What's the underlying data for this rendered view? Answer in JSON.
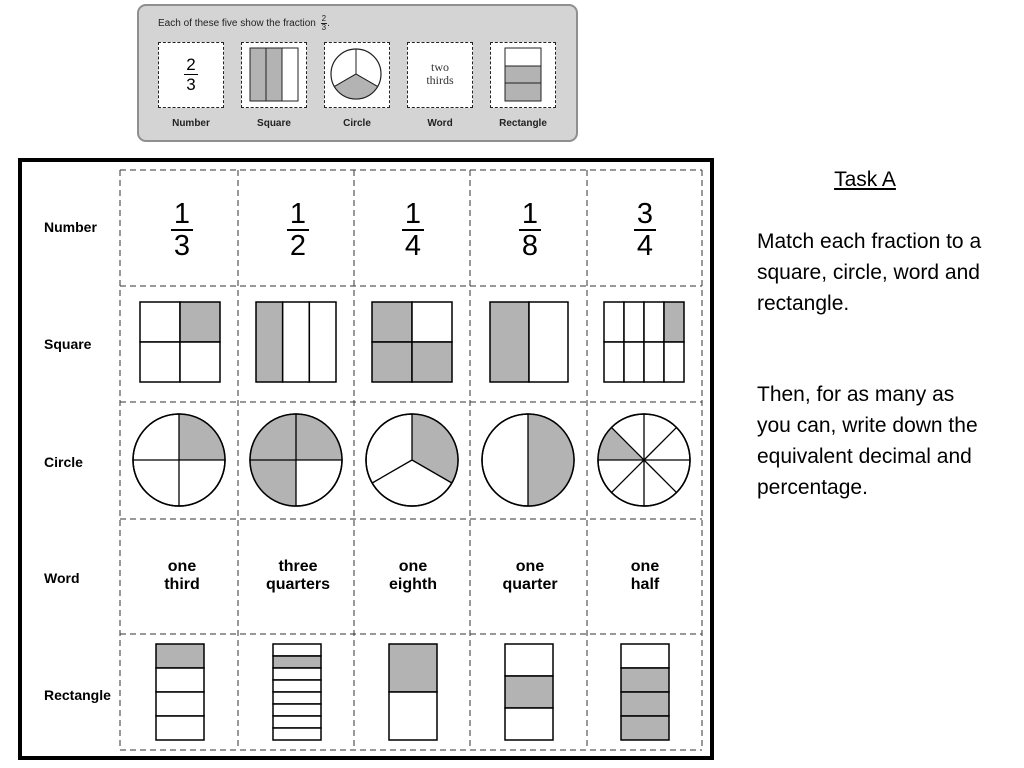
{
  "example": {
    "title": "Each of these five show the fraction",
    "fraction": {
      "num": "2",
      "den": "3"
    },
    "period": ".",
    "cards": [
      {
        "label": "Number",
        "num": "2",
        "den": "3"
      },
      {
        "label": "Square"
      },
      {
        "label": "Circle"
      },
      {
        "label": "Word",
        "text": "two\nthirds"
      },
      {
        "label": "Rectangle"
      }
    ]
  },
  "rows": [
    "Number",
    "Square",
    "Circle",
    "Word",
    "Rectangle"
  ],
  "numbers": [
    {
      "num": "1",
      "den": "3"
    },
    {
      "num": "1",
      "den": "2"
    },
    {
      "num": "1",
      "den": "4"
    },
    {
      "num": "1",
      "den": "8"
    },
    {
      "num": "3",
      "den": "4"
    }
  ],
  "words": [
    {
      "line1": "one",
      "line2": "third"
    },
    {
      "line1": "three",
      "line2": "quarters"
    },
    {
      "line1": "one",
      "line2": "eighth"
    },
    {
      "line1": "one",
      "line2": "quarter"
    },
    {
      "line1": "one",
      "line2": "half"
    }
  ],
  "squares": [
    {
      "cols": 2,
      "rows": 2,
      "shaded": [
        1
      ]
    },
    {
      "cols": 3,
      "rows": 1,
      "shaded": [
        0
      ]
    },
    {
      "cols": 2,
      "rows": 2,
      "shaded": [
        0,
        2,
        3
      ]
    },
    {
      "cols": 2,
      "rows": 1,
      "shaded": [
        0
      ]
    },
    {
      "cols": 4,
      "rows": 2,
      "shaded": [
        3
      ]
    }
  ],
  "circles": [
    {
      "parts": 4,
      "shaded": [
        0
      ]
    },
    {
      "parts": 4,
      "shaded": [
        0,
        2,
        3
      ]
    },
    {
      "parts": 3,
      "shaded": [
        0
      ]
    },
    {
      "parts": 2,
      "shaded": [
        0
      ]
    },
    {
      "parts": 8,
      "shaded": [
        6
      ]
    }
  ],
  "rectangles": [
    {
      "parts": 4,
      "shaded": [
        0
      ]
    },
    {
      "parts": 8,
      "shaded": [
        1
      ]
    },
    {
      "parts": 2,
      "shaded": [
        0
      ]
    },
    {
      "parts": 3,
      "shaded": [
        1
      ]
    },
    {
      "parts": 4,
      "shaded": [
        1,
        2,
        3
      ]
    }
  ],
  "colors": {
    "shade": "#b3b3b3",
    "panel": "#d4d4d4"
  },
  "task": {
    "title": "Task A",
    "para1": "Match each fraction to a square, circle, word and rectangle.",
    "para2": "Then, for as many as you can, write down the equivalent decimal and percentage."
  }
}
